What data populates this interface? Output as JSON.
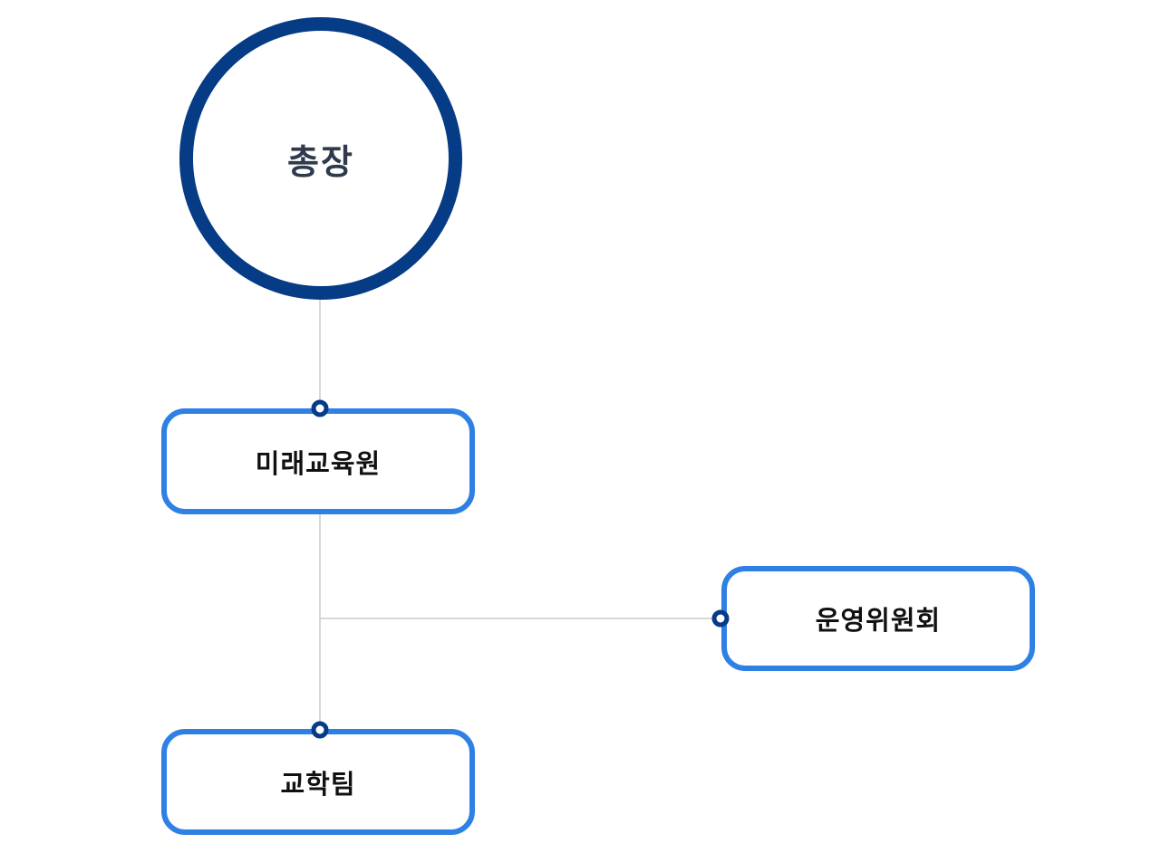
{
  "diagram": {
    "type": "org-chart",
    "colors": {
      "circle_border": "#063b86",
      "box_border": "#2f80e5",
      "connector_line": "#cccccc",
      "port_dot": "#063b86",
      "circle_text": "#2f3a4d",
      "box_text": "#111111"
    },
    "nodes": {
      "president": {
        "label": "총장"
      },
      "future_education": {
        "label": "미래교육원"
      },
      "operating_committee": {
        "label": "운영위원회"
      },
      "academic_team": {
        "label": "교학팀"
      }
    },
    "edges": [
      {
        "from": "president",
        "to": "future_education"
      },
      {
        "from": "future_education",
        "to": "academic_team"
      },
      {
        "from": "future_education",
        "to": "operating_committee"
      }
    ]
  }
}
